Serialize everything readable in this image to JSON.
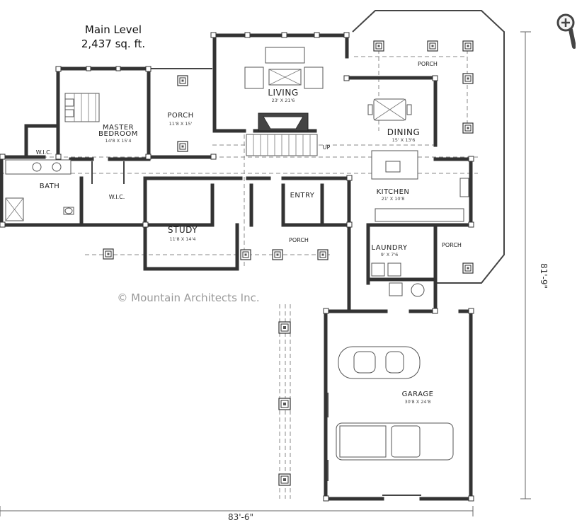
{
  "plan": {
    "title_line1": "Main Level",
    "title_line2": "2,437 sq. ft.",
    "copyright": "© Mountain Architects Inc.",
    "overall_width": "83'-6\"",
    "overall_depth": "81'-9\""
  },
  "rooms": {
    "master_bedroom": {
      "label_line1": "MASTER",
      "label_line2": "BEDROOM",
      "dim": "14'8 X 15'4"
    },
    "wic_left": {
      "label": "W.I.C."
    },
    "wic_right": {
      "label": "W.I.C."
    },
    "bath": {
      "label": "BATH"
    },
    "porch_back": {
      "label": "PORCH",
      "dim": "11'8 X 15'"
    },
    "living": {
      "label": "LIVING",
      "dim": "23' X 21'6"
    },
    "porch_top": {
      "label": "PORCH"
    },
    "dining": {
      "label": "DINING",
      "dim": "15' X 13'6"
    },
    "stair": {
      "label": "UP"
    },
    "kitchen": {
      "label": "KITCHEN",
      "dim": "21' X 10'8"
    },
    "entry": {
      "label": "ENTRY"
    },
    "study": {
      "label": "STUDY",
      "dim": "11'8 X 14'4"
    },
    "porch_front": {
      "label": "PORCH"
    },
    "laundry": {
      "label": "LAUNDRY",
      "dim": "9' X 7'6"
    },
    "porch_side": {
      "label": "PORCH"
    },
    "garage": {
      "label": "GARAGE",
      "dim": "30'8 X 24'8"
    }
  },
  "controls": {
    "zoom_icon": "zoom-in-magnifier-icon"
  }
}
